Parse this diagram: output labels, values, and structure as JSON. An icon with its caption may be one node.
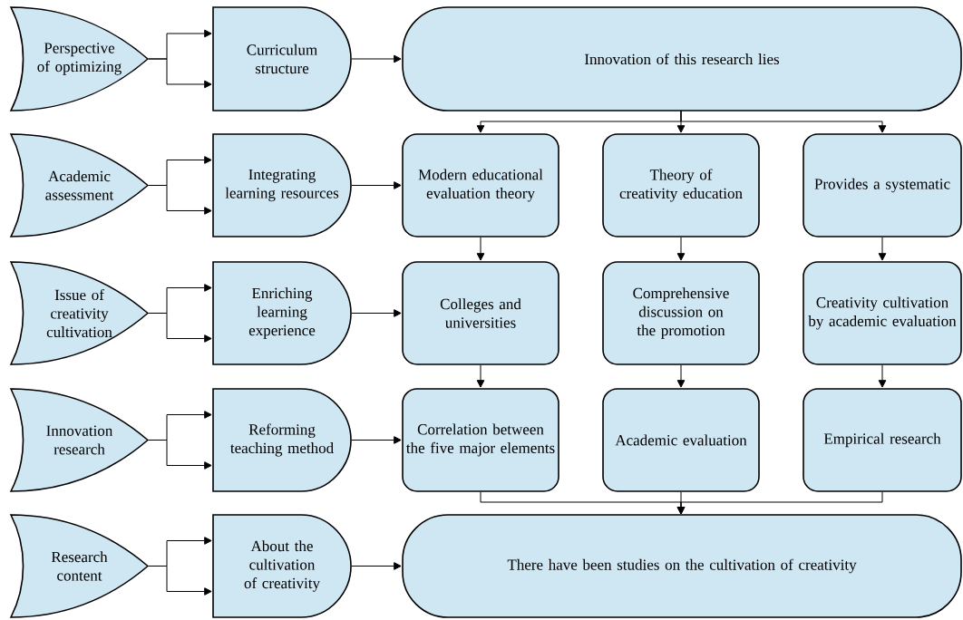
{
  "diagram": {
    "nodes": [
      {
        "text": [
          "Perspective of optimizing"
        ]
      },
      {
        "text": [
          "Curriculum structure"
        ]
      },
      {
        "text": [
          "Innovation of this research lies"
        ]
      },
      {
        "text": [
          "Academic assessment"
        ]
      },
      {
        "text": [
          "Integrating learning resources"
        ]
      },
      {
        "text": [
          "Modern educational evaluation theory"
        ]
      },
      {
        "text": [
          "Theory of creativity education"
        ]
      },
      {
        "text": [
          "Provides a systematic"
        ]
      },
      {
        "text": [
          "Issue of creativity cultivation"
        ]
      },
      {
        "text": [
          "Enriching learning experience"
        ]
      },
      {
        "text": [
          "Colleges and universities"
        ]
      },
      {
        "text": [
          "Comprehensive discussion on the promotion"
        ]
      },
      {
        "text": [
          "Creativity cultivation by academic evaluation"
        ]
      },
      {
        "text": [
          "Innovation research"
        ]
      },
      {
        "text": [
          "Reforming teaching method"
        ]
      },
      {
        "text": [
          "Correlation between the five major elements"
        ]
      },
      {
        "text": [
          "Academic evaluation"
        ]
      },
      {
        "text": [
          "Empirical research"
        ]
      },
      {
        "text": [
          "Research content"
        ]
      },
      {
        "text": [
          "About the cultivation of creativity"
        ]
      },
      {
        "text": [
          "There have been studies on the cultivation of creativity"
        ]
      }
    ],
    "edges": [
      {
        "from": 0,
        "to": 1,
        "arrow": "to"
      },
      {
        "from": 0,
        "to": 1,
        "arrow": "to"
      },
      {
        "from": 1,
        "to": 2,
        "arrow": "to"
      },
      {
        "from": 2,
        "to": 5,
        "arrow": "to"
      },
      {
        "from": 2,
        "to": 6,
        "arrow": "to"
      },
      {
        "from": 2,
        "to": 7,
        "arrow": "to"
      },
      {
        "from": 3,
        "to": 4,
        "arrow": "to"
      },
      {
        "from": 3,
        "to": 4,
        "arrow": "to"
      },
      {
        "from": 4,
        "to": 5,
        "arrow": "to"
      },
      {
        "from": 5,
        "to": 10,
        "arrow": "to"
      },
      {
        "from": 6,
        "to": 11,
        "arrow": "to"
      },
      {
        "from": 7,
        "to": 12,
        "arrow": "to"
      },
      {
        "from": 8,
        "to": 9,
        "arrow": "to"
      },
      {
        "from": 8,
        "to": 9,
        "arrow": "to"
      },
      {
        "from": 9,
        "to": 10,
        "arrow": "to"
      },
      {
        "from": 10,
        "to": 15,
        "arrow": "to"
      },
      {
        "from": 11,
        "to": 16,
        "arrow": "to"
      },
      {
        "from": 12,
        "to": 17,
        "arrow": "to"
      },
      {
        "from": 13,
        "to": 14,
        "arrow": "to"
      },
      {
        "from": 13,
        "to": 14,
        "arrow": "to"
      },
      {
        "from": 14,
        "to": 15,
        "arrow": "to"
      },
      {
        "from": 15,
        "to": 20,
        "arrow": "to"
      },
      {
        "from": 16,
        "to": 20,
        "arrow": "to"
      },
      {
        "from": 17,
        "to": 20,
        "arrow": "to"
      },
      {
        "from": 18,
        "to": 19,
        "arrow": "to"
      },
      {
        "from": 18,
        "to": 19,
        "arrow": "to"
      },
      {
        "from": 19,
        "to": 20,
        "arrow": "to"
      }
    ]
  }
}
